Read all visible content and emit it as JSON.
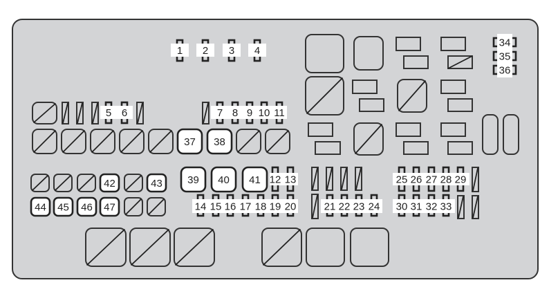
{
  "diagram": {
    "type": "fuse-and-relay-box-layout",
    "fuse_labels": [
      "1",
      "2",
      "3",
      "4",
      "5",
      "6",
      "7",
      "8",
      "9",
      "10",
      "11",
      "12",
      "13",
      "14",
      "15",
      "16",
      "17",
      "18",
      "19",
      "20",
      "21",
      "22",
      "23",
      "24",
      "25",
      "26",
      "27",
      "28",
      "29",
      "30",
      "31",
      "32",
      "33",
      "34",
      "35",
      "36",
      "37",
      "38",
      "39",
      "40",
      "41",
      "42",
      "43",
      "44",
      "45",
      "46",
      "47"
    ],
    "colors": {
      "panel": "#d3d4d6",
      "outline": "#222222",
      "label_bg": "#ffffff"
    }
  }
}
